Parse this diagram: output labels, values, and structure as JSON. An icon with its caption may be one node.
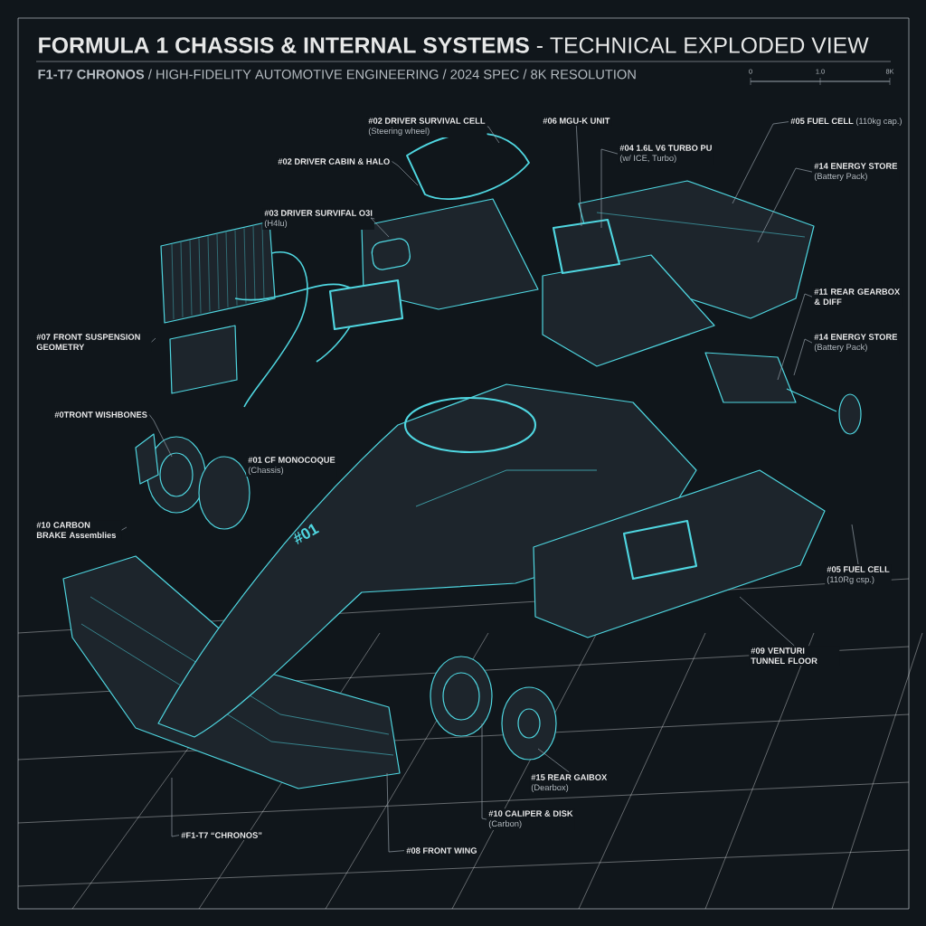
{
  "diagram": {
    "title": "**FORMULA 1 CHASSIS & INTERNAL SYSTEMS** - TECHNICAL EXPLODED VIEW",
    "nodes": [
      {
        "text": [
          "#02 DRIVER SURVIVAL CELL",
          "(Steering wheel)"
        ]
      },
      {
        "text": [
          "#02 DRIVER CABIN & HALO"
        ]
      },
      {
        "text": [
          "#03 DRIVER SURVIFAL O3I",
          "(H4lu)"
        ]
      },
      {
        "text": [
          "#07 FRONT SUSPENSION GEOMETRY"
        ]
      },
      {
        "text": [
          "#0TRONT WISHBONES"
        ]
      },
      {
        "text": [
          "#01 CF MONOCOQUE",
          "(Chassis)"
        ]
      },
      {
        "text": [
          "#10 CARBON BRAKE Assemblies"
        ]
      },
      {
        "text": [
          "#06 MGU-K UNIT"
        ]
      },
      {
        "text": [
          "#04 1.6L V6 TURBO PU",
          "(w/ ICE, Turbo)"
        ]
      },
      {
        "text": [
          "#05 FUEL CELL",
          "(110kg cap.)"
        ]
      },
      {
        "text": [
          "#14 ENERGY STORE",
          "(Battery Pack)"
        ]
      },
      {
        "text": [
          "#11 REAR GEARBOX & DIFF"
        ]
      },
      {
        "text": [
          "#14 ENERGY STORE",
          "(Battery Pack)"
        ]
      },
      {
        "text": [
          "#05 FUEL CELL",
          "(110Rg csp.)"
        ]
      },
      {
        "text": [
          "#09 VENTURI TUNNEL FLOOR"
        ]
      },
      {
        "text": [
          "#15 REAR GAIBOX",
          "(Dearbox)"
        ]
      },
      {
        "text": [
          "#10 CALIPER & DISK",
          "(Carbon)"
        ]
      },
      {
        "text": [
          "#F1-T7 “CHRONOS”"
        ]
      },
      {
        "text": [
          "#08 FRONT WING"
        ]
      }
    ],
    "edges": [
      {
        "from": 0,
        "to": null,
        "arrow": "none"
      },
      {
        "from": 1,
        "to": null,
        "arrow": "none"
      },
      {
        "from": 2,
        "to": null,
        "arrow": "none"
      },
      {
        "from": 3,
        "to": null,
        "arrow": "none"
      },
      {
        "from": 4,
        "to": null,
        "arrow": "none"
      },
      {
        "from": 6,
        "to": null,
        "arrow": "none"
      },
      {
        "from": 7,
        "to": null,
        "arrow": "none"
      },
      {
        "from": 8,
        "to": null,
        "arrow": "none"
      },
      {
        "from": 9,
        "to": null,
        "arrow": "none"
      },
      {
        "from": 10,
        "to": null,
        "arrow": "none"
      },
      {
        "from": 11,
        "to": null,
        "arrow": "none"
      },
      {
        "from": 12,
        "to": null,
        "arrow": "none"
      },
      {
        "from": 13,
        "to": null,
        "arrow": "none"
      },
      {
        "from": 14,
        "to": null,
        "arrow": "none"
      },
      {
        "from": 15,
        "to": null,
        "arrow": "none"
      },
      {
        "from": 16,
        "to": null,
        "arrow": "none"
      },
      {
        "from": 17,
        "to": null,
        "arrow": "none"
      },
      {
        "from": 18,
        "to": null,
        "arrow": "none"
      }
    ],
    "labels": [
      "**F1-T7 CHRONOS** / HIGH-FIDELITY AUTOMOTIVE ENGINEERING / 2024 SPEC / 8K RESOLUTION",
      "0",
      "1.0",
      "8K",
      "#01"
    ]
  }
}
